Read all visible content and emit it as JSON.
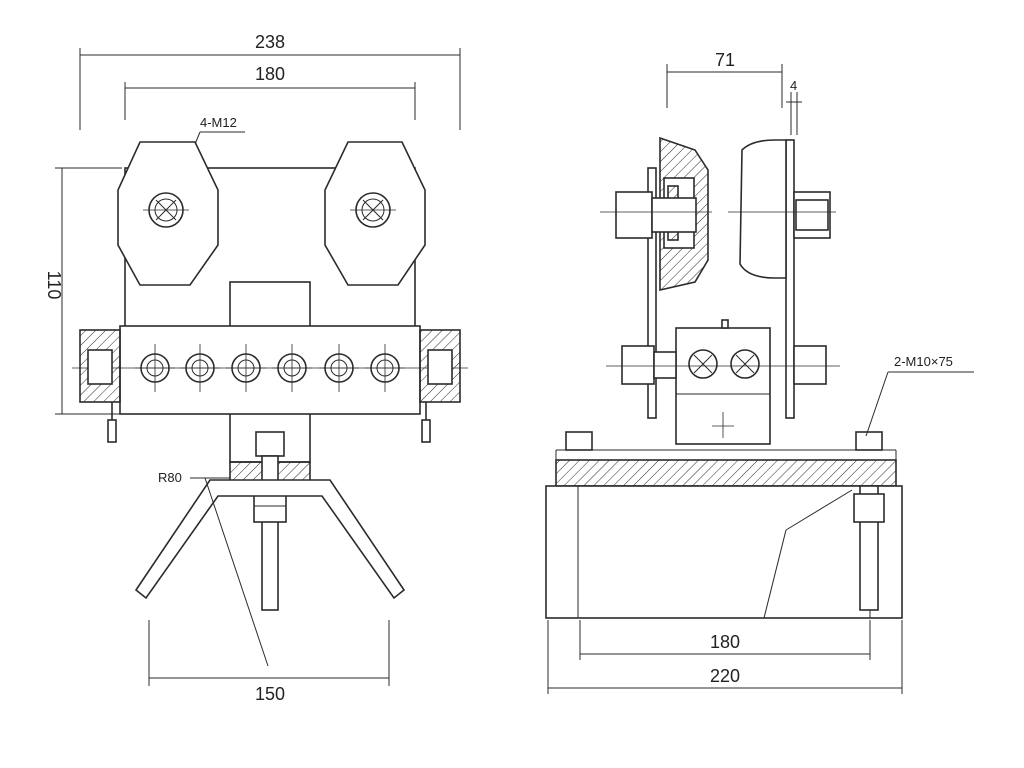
{
  "front_view": {
    "overall_width": "238",
    "bolt_spacing": "180",
    "bolt_note": "4-M12",
    "height": "110",
    "radius_note": "R80",
    "base_width": "150"
  },
  "side_view": {
    "plate_gap": "71",
    "plate_thickness": "4",
    "bolt_note": "2-M10×75",
    "inner_width": "180",
    "overall_width": "220"
  },
  "colors": {
    "line": "#2b2b2b",
    "background": "#ffffff"
  }
}
